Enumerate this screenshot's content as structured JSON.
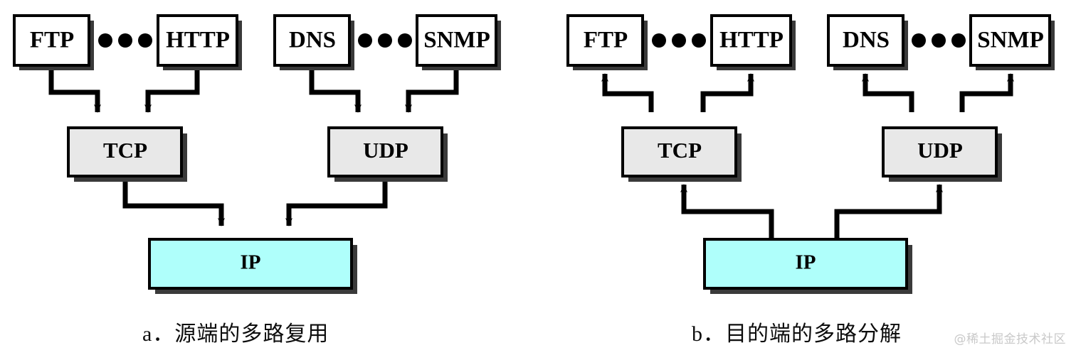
{
  "figure": {
    "watermark": "@稀土掘金技术社区",
    "background_color": "#FFFFFF",
    "shadow_color": "#3A3A3A",
    "stroke_color": "#000000"
  },
  "panels": [
    {
      "id": "panel-a",
      "caption": "a．源端的多路复用",
      "direction": "down",
      "application_nodes": [
        {
          "label": "FTP",
          "fill": "#FFFFFF"
        },
        {
          "label": "HTTP",
          "fill": "#FFFFFF"
        },
        {
          "label": "DNS",
          "fill": "#FFFFFF"
        },
        {
          "label": "SNMP",
          "fill": "#FFFFFF"
        }
      ],
      "ellipses": [
        {
          "dots": 3
        },
        {
          "dots": 3
        }
      ],
      "transport_nodes": [
        {
          "label": "TCP",
          "fill": "#E8E8E8"
        },
        {
          "label": "UDP",
          "fill": "#E8E8E8"
        }
      ],
      "network_node": {
        "label": "IP",
        "fill": "#AFFFFB"
      }
    },
    {
      "id": "panel-b",
      "caption": "b．目的端的多路分解",
      "direction": "up",
      "application_nodes": [
        {
          "label": "FTP",
          "fill": "#FFFFFF"
        },
        {
          "label": "HTTP",
          "fill": "#FFFFFF"
        },
        {
          "label": "DNS",
          "fill": "#FFFFFF"
        },
        {
          "label": "SNMP",
          "fill": "#FFFFFF"
        }
      ],
      "ellipses": [
        {
          "dots": 3
        },
        {
          "dots": 3
        }
      ],
      "transport_nodes": [
        {
          "label": "TCP",
          "fill": "#E8E8E8"
        },
        {
          "label": "UDP",
          "fill": "#E8E8E8"
        }
      ],
      "network_node": {
        "label": "IP",
        "fill": "#AFFFFB"
      }
    }
  ]
}
